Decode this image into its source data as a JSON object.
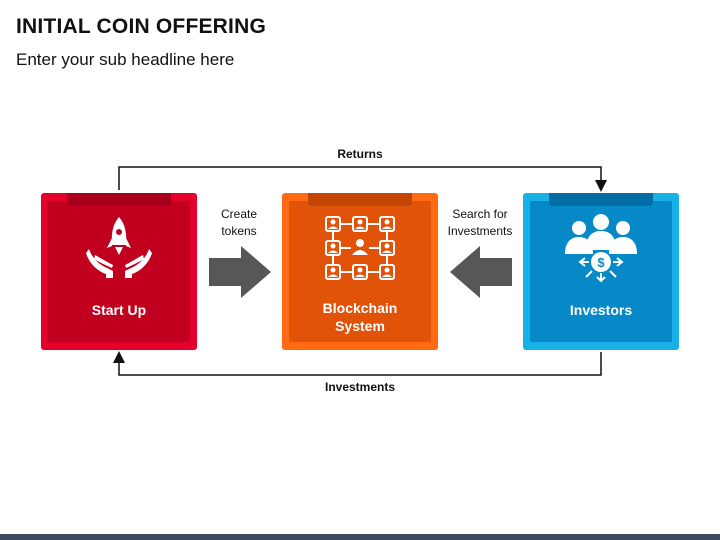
{
  "header": {
    "title": "INITIAL COIN OFFERING",
    "subtitle": "Enter your sub headline here"
  },
  "nodes": [
    {
      "id": "start_up",
      "label": "Start Up",
      "icon": "rocket-in-hands-icon"
    },
    {
      "id": "blockchain",
      "label": "Blockchain System",
      "icon": "blockchain-network-icon"
    },
    {
      "id": "investors",
      "label": "Investors",
      "icon": "investors-money-icon"
    }
  ],
  "flows": {
    "create_tokens": "Create tokens",
    "search_investments": "Search for Investments",
    "returns": "Returns",
    "investments": "Investments"
  },
  "colors": {
    "start_up": "#e4002b",
    "blockchain": "#ff6a13",
    "investors": "#17b1e8",
    "arrow": "#575757",
    "footer": "#3b4a5c"
  }
}
